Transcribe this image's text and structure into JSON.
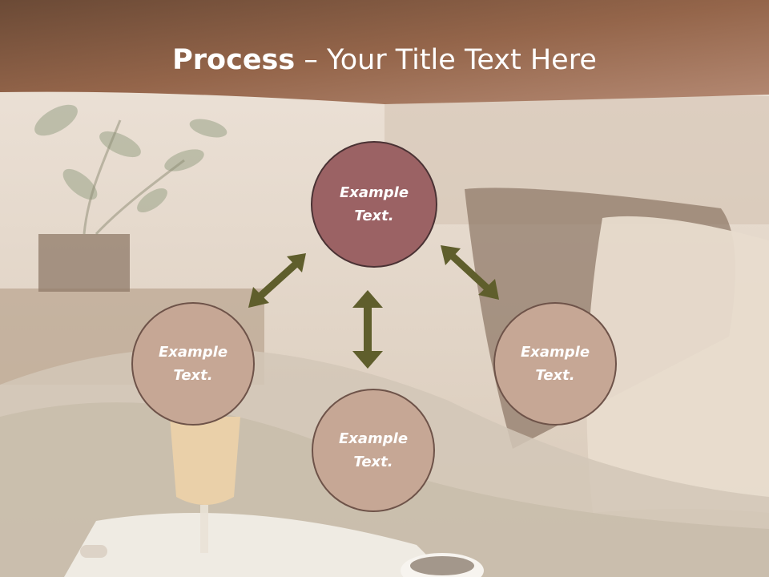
{
  "title": {
    "bold": "Process",
    "rest": " – Your Title Text Here"
  },
  "nodes": [
    {
      "id": "top",
      "line1": "Example",
      "line2": "Text."
    },
    {
      "id": "left",
      "line1": "Example",
      "line2": "Text."
    },
    {
      "id": "bottom",
      "line1": "Example",
      "line2": "Text."
    },
    {
      "id": "right",
      "line1": "Example",
      "line2": "Text."
    }
  ],
  "colors": {
    "header_band": "#8c5e44",
    "top_node": "#9b6264",
    "side_node": "#c6a795",
    "arrow": "#5f5e2c"
  }
}
